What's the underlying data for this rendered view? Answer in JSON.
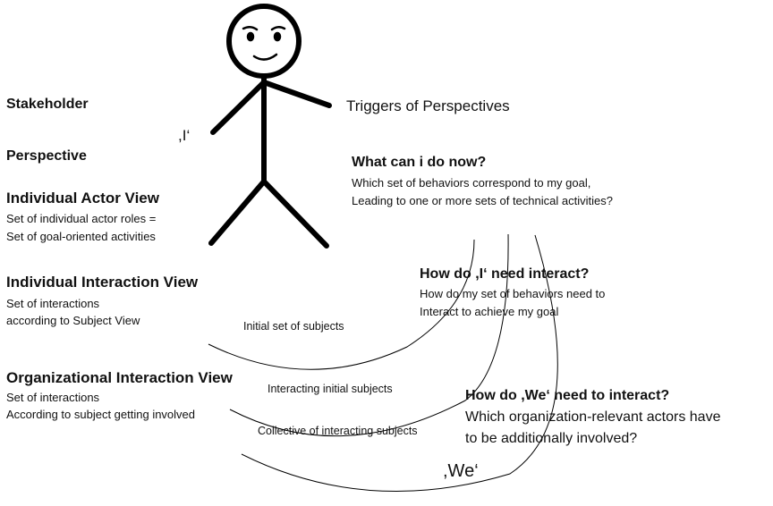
{
  "left": {
    "stakeholder": "Stakeholder",
    "perspective": "Perspective",
    "actor_view": {
      "title": "Individual Actor View",
      "line1": "Set of individual actor roles =",
      "line2": "Set of goal-oriented activities"
    },
    "interaction_view": {
      "title": "Individual Interaction View",
      "line1": "Set of interactions",
      "line2": "according to Subject View"
    },
    "org_view": {
      "title": "Organizational Interaction View",
      "line1": "Set of interactions",
      "line2": "According to subject getting involved"
    }
  },
  "figure": {
    "i_label": ",I‘",
    "we_label": ",We‘",
    "triggers": "Triggers of Perspectives"
  },
  "right": {
    "q1": {
      "title": "What can i do now?",
      "line1": "Which set of behaviors correspond to my goal,",
      "line2": "Leading to one or more sets of technical activities?"
    },
    "q2": {
      "title": "How do ,I‘ need interact?",
      "line1": "How do my set of behaviors need to",
      "line2": "Interact to achieve my goal"
    },
    "q3": {
      "title": "How do ,We‘ need to interact?",
      "line1": "Which organization-relevant actors have",
      "line2": "to be additionally involved?"
    }
  },
  "arcs": {
    "a1": "Initial set of subjects",
    "a2": "Interacting initial subjects",
    "a3": "Collective of interacting subjects"
  }
}
